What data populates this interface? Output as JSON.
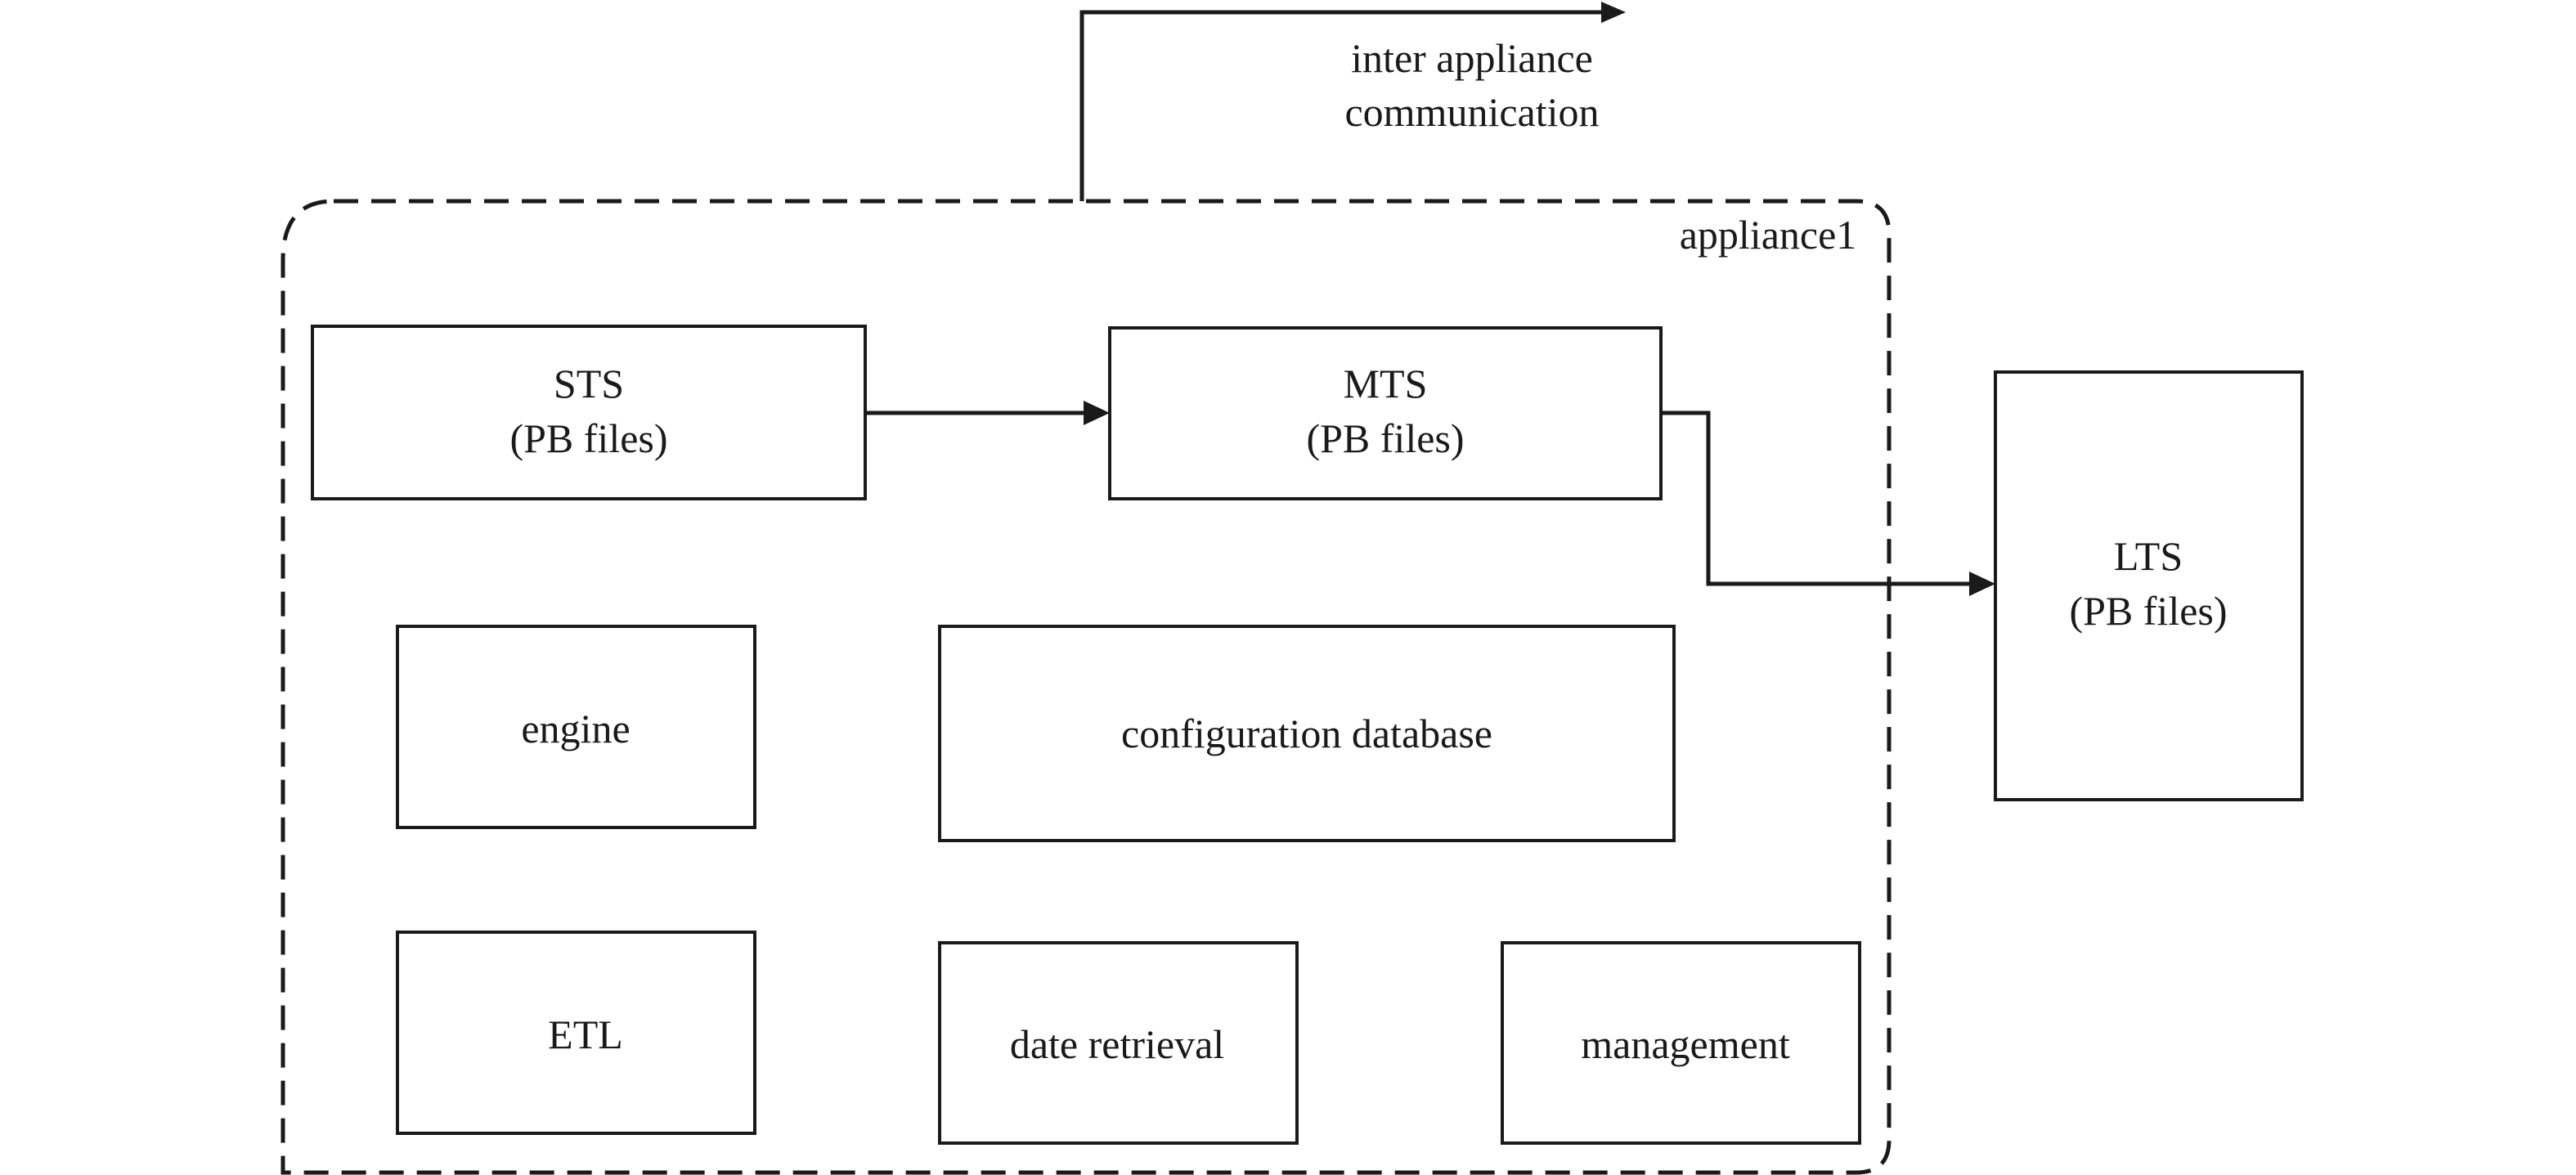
{
  "diagram": {
    "group": {
      "label": "appliance1"
    },
    "nodes": {
      "sts": {
        "line1": "STS",
        "line2": "(PB files)"
      },
      "mts": {
        "line1": "MTS",
        "line2": "(PB files)"
      },
      "lts": {
        "line1": "LTS",
        "line2": "(PB files)"
      },
      "engine": {
        "label": "engine"
      },
      "config_db": {
        "label": "configuration database"
      },
      "etl": {
        "label": "ETL"
      },
      "date_retrieval": {
        "label": "date retrieval"
      },
      "management": {
        "label": "management"
      }
    },
    "external": {
      "line1": "inter appliance",
      "line2": "communication"
    }
  }
}
